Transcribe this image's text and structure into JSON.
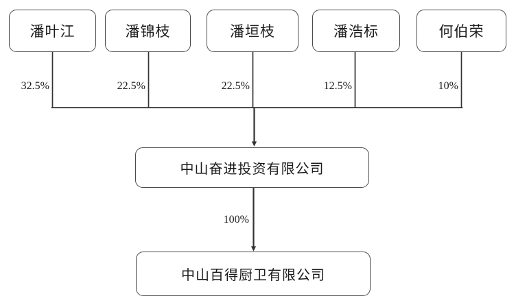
{
  "diagram": {
    "type": "ownership-structure-chart",
    "title": "",
    "colors": {
      "border": "#4a4a4a",
      "background": "#ffffff",
      "text": "#1a1a1a",
      "connector": "#333333"
    },
    "shareholders": [
      {
        "name": "潘叶江",
        "percent": "32.5%"
      },
      {
        "name": "潘锦枝",
        "percent": "22.5%"
      },
      {
        "name": "潘垣枝",
        "percent": "22.5%"
      },
      {
        "name": "潘浩标",
        "percent": "12.5%"
      },
      {
        "name": "何伯荣",
        "percent": "10%"
      }
    ],
    "holding_company": {
      "name": "中山奋进投资有限公司"
    },
    "subsidiary_link": {
      "percent": "100%"
    },
    "subsidiary": {
      "name": "中山百得厨卫有限公司"
    }
  }
}
